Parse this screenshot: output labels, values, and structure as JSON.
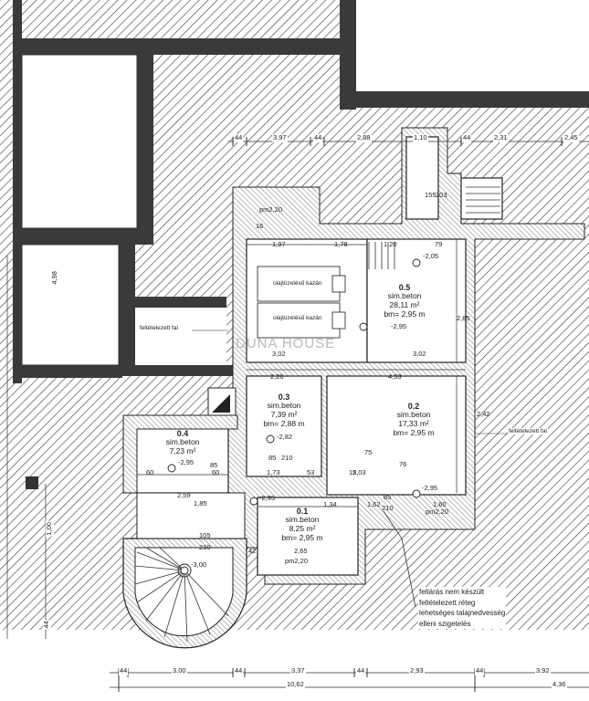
{
  "rooms": [
    {
      "number": "0.1",
      "floor": "sim.beton",
      "area": "8,25 m²",
      "height": "bm= 2,95 m"
    },
    {
      "number": "0.2",
      "floor": "sim.beton",
      "area": "17,33 m²",
      "height": "bm= 2,95 m"
    },
    {
      "number": "0.3",
      "floor": "sim.beton",
      "area": "7,39 m²",
      "height": "bm= 2,88 m"
    },
    {
      "number": "0.4",
      "floor": "sim.beton",
      "area": "7,23 m²",
      "height": ""
    },
    {
      "number": "0.5",
      "floor": "sim.beton",
      "area": "28,11 m²",
      "height": "bm= 2,95 m"
    }
  ],
  "levels": {
    "l_205": "-2,05",
    "l_295_r5": "-2,95",
    "l_282": "-2,82",
    "l_295_r4": "-2,95",
    "l_295_r1": "-2,95",
    "l_295_r2": "-2,95",
    "l_300": "-3,00"
  },
  "equipment": {
    "boiler1": "olajtüzelésű kazán",
    "boiler2": "olajtüzelésű kazán"
  },
  "markers": {
    "pm1": "pm2,20",
    "pm2": "pm2,20",
    "pm3": "pm2,20"
  },
  "notes": {
    "fill1": "feltételezett fal",
    "fill2": "feltételezett fal",
    "exploration": [
      "feltárás nem készült",
      "feltételezett réteg",
      "lehetséges talajnedvesség",
      "elleni szigetelés"
    ]
  },
  "watermark": "DUNA HOUSE",
  "dims": {
    "top_44a": "44",
    "top_397": "3,97",
    "top_44b": "44",
    "top_288": "2,88",
    "top_110": "1,10",
    "top_44c": "44",
    "top_231": "2,31",
    "top_44d": "2,45",
    "d_197a": "1,97",
    "d_178": "1,78",
    "d_120": "1,20",
    "d_79": "79",
    "d_226": "2,26",
    "d_453": "4,53",
    "d_302a": "3,02",
    "d_302b": "3,02",
    "d_259": "2,59",
    "d_185": "1,85",
    "d_60a": "60",
    "d_60b": "60",
    "d_134": "1,34",
    "d_15": "15",
    "d_162": "1,62",
    "d_160": "1,60",
    "d_265": "2,65",
    "d_42": "42",
    "d_53": "53",
    "d_203": "2,03",
    "d_173": "1,73",
    "d_105": "105",
    "d_210a": "210",
    "d_210b": "210",
    "d_210c": "210",
    "d_85a": "85",
    "d_85b": "85",
    "d_85c": "85",
    "d_75": "75",
    "d_76": "76",
    "d_155": "155",
    "d_203v": "203",
    "d_285": "2,85",
    "d_242": "2,42",
    "d_16": "16",
    "bottom_44a": "44",
    "bottom_300": "3,00",
    "bottom_44b": "44",
    "bottom_337": "3,37",
    "bottom_44c": "44",
    "bottom_293": "2,93",
    "bottom_44d": "44",
    "bottom_392": "3,92",
    "bottom_1062": "10,62",
    "bottom_436": "4,36",
    "left_498": "4,98",
    "left_44": "44",
    "left_100": "1,00"
  }
}
